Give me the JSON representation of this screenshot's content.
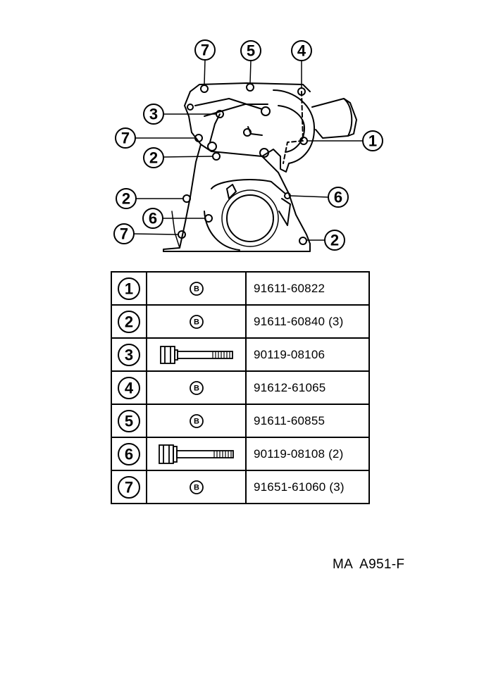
{
  "callouts": [
    {
      "num": "7"
    },
    {
      "num": "5"
    },
    {
      "num": "4"
    },
    {
      "num": "3"
    },
    {
      "num": "1"
    },
    {
      "num": "7"
    },
    {
      "num": "2"
    },
    {
      "num": "2"
    },
    {
      "num": "6"
    },
    {
      "num": "6"
    },
    {
      "num": "7"
    },
    {
      "num": "2"
    }
  ],
  "parts": [
    {
      "num": "1",
      "type": "B",
      "icon": "bolt-b-icon",
      "part_no": "91611-60822"
    },
    {
      "num": "2",
      "type": "B",
      "icon": "bolt-b-icon",
      "part_no": "91611-60840 (3)"
    },
    {
      "num": "3",
      "type": "",
      "icon": "flange-bolt-icon",
      "part_no": "90119-08106"
    },
    {
      "num": "4",
      "type": "B",
      "icon": "bolt-b-icon",
      "part_no": "91612-61065"
    },
    {
      "num": "5",
      "type": "B",
      "icon": "bolt-b-icon",
      "part_no": "91611-60855"
    },
    {
      "num": "6",
      "type": "",
      "icon": "flange-bolt-icon",
      "part_no": "90119-08108 (2)"
    },
    {
      "num": "7",
      "type": "B",
      "icon": "bolt-b-icon",
      "part_no": "91651-61060 (3)"
    }
  ],
  "footer": {
    "code": "MA  A951-F"
  }
}
